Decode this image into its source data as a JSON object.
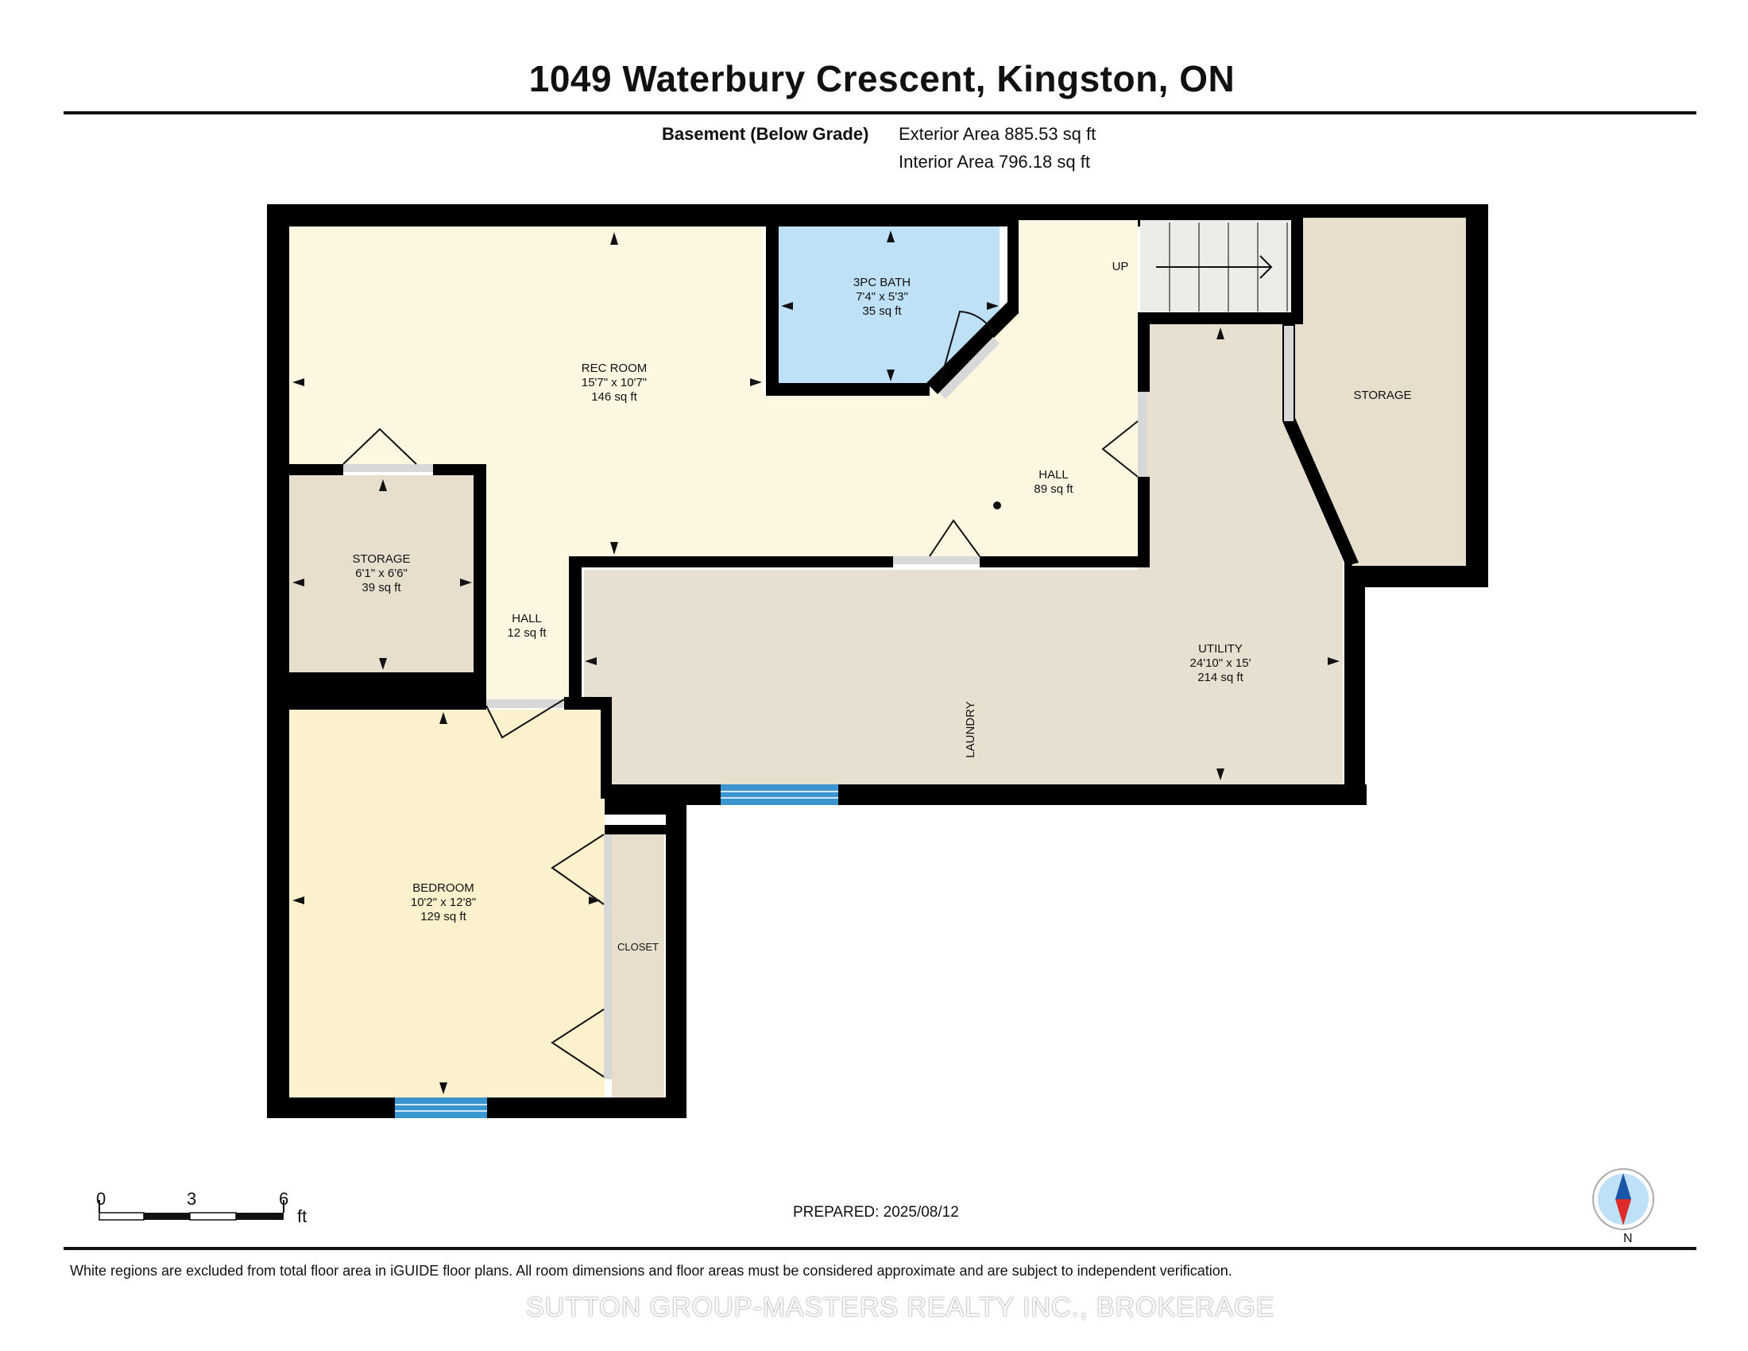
{
  "header": {
    "title": "1049 Waterbury Crescent, Kingston, ON"
  },
  "area_summary": {
    "level": "Basement (Below Grade)",
    "exterior": "Exterior Area 885.53 sq ft",
    "interior": "Interior Area 796.18 sq ft"
  },
  "rooms": {
    "rec_room": {
      "name": "REC ROOM",
      "dims": "15'7\" x 10'7\"",
      "area": "146 sq ft"
    },
    "bath": {
      "name": "3PC BATH",
      "dims": "7'4\" x 5'3\"",
      "area": "35 sq ft"
    },
    "hall_main": {
      "name": "HALL",
      "area": "89 sq ft"
    },
    "stairs": {
      "label": "UP"
    },
    "storage_right": {
      "name": "STORAGE"
    },
    "storage_left": {
      "name": "STORAGE",
      "dims": "6'1\" x 6'6\"",
      "area": "39 sq ft"
    },
    "hall_small": {
      "name": "HALL",
      "area": "12 sq ft"
    },
    "utility": {
      "name": "UTILITY",
      "dims": "24'10\" x 15'",
      "area": "214 sq ft"
    },
    "laundry": {
      "name": "LAUNDRY"
    },
    "bedroom": {
      "name": "BEDROOM",
      "dims": "10'2\" x 12'8\"",
      "area": "129 sq ft"
    },
    "closet": {
      "name": "CLOSET"
    }
  },
  "colors": {
    "rec_hall": "#fdf7e2",
    "bath": "#bfe1f7",
    "storage": "#e8dece",
    "utility": "#e7dfcf",
    "bedroom": "#fcf1cd",
    "window": "#3b95cf",
    "wall": "#000000"
  },
  "scale_bar": {
    "labels": [
      "0",
      "3",
      "6"
    ],
    "unit": "ft"
  },
  "footer": {
    "prepared": "PREPARED: 2025/08/12",
    "disclaimer": "White regions are excluded from total floor area in iGUIDE floor plans. All room dimensions and floor areas must be considered approximate and are subject to independent verification.",
    "watermark": "SUTTON GROUP-MASTERS REALTY INC., BROKERAGE",
    "compass_label": "N"
  }
}
